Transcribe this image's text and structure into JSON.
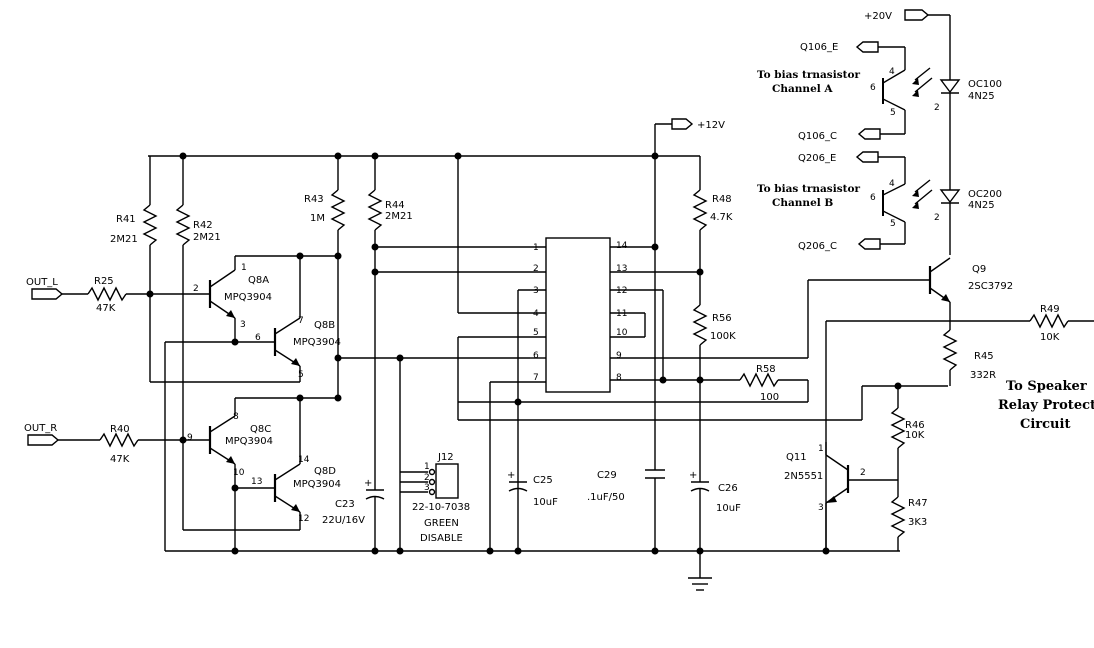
{
  "nets": {
    "v20": "+20V",
    "v12": "+12V",
    "out_l": "OUT_L",
    "out_r": "OUT_R",
    "q106e": "Q106_E",
    "q106c": "Q106_C",
    "q206e": "Q206_E",
    "q206c": "Q206_C"
  },
  "notes": {
    "bias_a_1": "To bias trnasistor",
    "bias_a_2": "Channel A",
    "bias_b_1": "To bias trnasistor",
    "bias_b_2": "Channel B",
    "speaker_1": "To  Speaker",
    "speaker_2": "Relay Protect",
    "speaker_3": "Circuit"
  },
  "resistors": {
    "r41": {
      "ref": "R41",
      "val": "2M21"
    },
    "r42": {
      "ref": "R42",
      "val": "2M21"
    },
    "r43": {
      "ref": "R43",
      "val": "1M"
    },
    "r44": {
      "ref": "R44",
      "val": "2M21"
    },
    "r25": {
      "ref": "R25",
      "val": "47K"
    },
    "r40": {
      "ref": "R40",
      "val": "47K"
    },
    "r48": {
      "ref": "R48",
      "val": "4.7K"
    },
    "r56": {
      "ref": "R56",
      "val": "100K"
    },
    "r58": {
      "ref": "R58",
      "val": "100"
    },
    "r49": {
      "ref": "R49",
      "val": "10K"
    },
    "r45": {
      "ref": "R45",
      "val": "332R"
    },
    "r46": {
      "ref": "R46",
      "val": "10K"
    },
    "r47": {
      "ref": "R47",
      "val": "3K3"
    }
  },
  "capacitors": {
    "c23": {
      "ref": "C23",
      "val": "22U/16V"
    },
    "c25": {
      "ref": "C25",
      "val": "10uF"
    },
    "c29": {
      "ref": "C29",
      "val": ".1uF/50"
    },
    "c26": {
      "ref": "C26",
      "val": "10uF"
    }
  },
  "transistors": {
    "q8a": {
      "ref": "Q8A",
      "part": "MPQ3904"
    },
    "q8b": {
      "ref": "Q8B",
      "part": "MPQ3904"
    },
    "q8c": {
      "ref": "Q8C",
      "part": "MPQ3904"
    },
    "q8d": {
      "ref": "Q8D",
      "part": "MPQ3904"
    },
    "q9": {
      "ref": "Q9",
      "part": "2SC3792"
    },
    "q11": {
      "ref": "Q11",
      "part": "2N5551"
    }
  },
  "optos": {
    "oc100": {
      "ref": "OC100",
      "part": "4N25"
    },
    "oc200": {
      "ref": "OC200",
      "part": "4N25"
    }
  },
  "connector": {
    "ref": "J12",
    "part": "22-10-7038",
    "label1": "GREEN",
    "label2": "DISABLE"
  },
  "pins": {
    "p1": "1",
    "p2": "2",
    "p3": "3",
    "p4": "4",
    "p5": "5",
    "p6": "6",
    "p7": "7",
    "p8": "8",
    "p9": "9",
    "p10": "10",
    "p11": "11",
    "p12": "12",
    "p13": "13",
    "p14": "14"
  }
}
